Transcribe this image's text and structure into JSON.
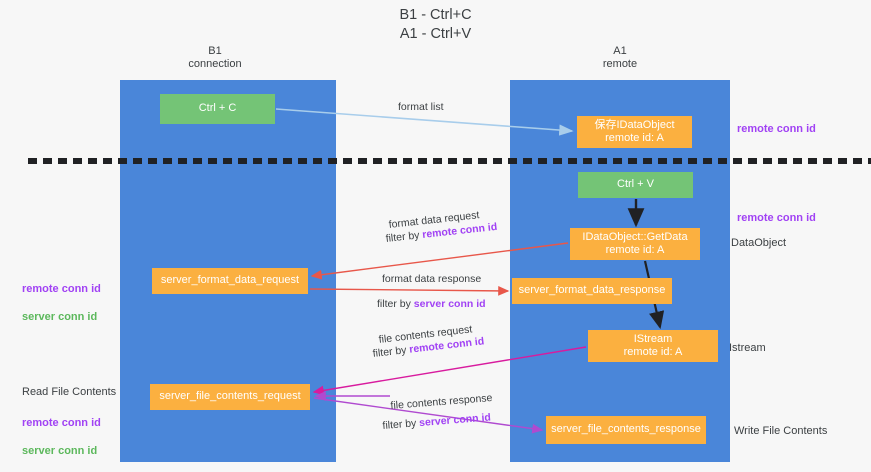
{
  "title": "B1 - Ctrl+C\nA1 - Ctrl+V",
  "columns": [
    {
      "id": "b1",
      "title": "B1",
      "subtitle": "connection",
      "header": "B1\nconnection"
    },
    {
      "id": "a1",
      "title": "A1",
      "subtitle": "remote",
      "header": "A1\nremote"
    }
  ],
  "colors": {
    "lane": "#4a86d9",
    "green_node": "#74c476",
    "orange_node": "#fbb040",
    "purple_label": "#a142f4",
    "green_label": "#5cb85c",
    "divider": "#202124",
    "arrow_light_blue": "#a8cdeb",
    "arrow_black": "#202124",
    "arrow_red": "#e8574a",
    "arrow_magenta": "#d81b9e",
    "arrow_violet": "#b04ad0",
    "background": "#f7f7f7"
  },
  "nodes": {
    "ctrl_c": "Ctrl + C",
    "idataobject": "保存IDataObject\nremote id: A",
    "ctrl_v": "Ctrl + V",
    "getdata": "IDataObject::GetData\nremote id: A",
    "server_format_data_request": "server_format_data_request",
    "server_format_data_response": "server_format_data_response",
    "istream": "IStream\nremote id: A",
    "server_file_contents_request": "server_file_contents_request",
    "server_file_contents_response": "server_file_contents_response"
  },
  "edge_labels": {
    "format_list": "format list",
    "format_data_request": "format data request",
    "format_data_request_filter_prefix": "filter by ",
    "format_data_request_filter_key": "remote conn id",
    "format_data_response": "format data response",
    "format_data_response_filter_prefix": "filter by ",
    "format_data_response_filter_key": "server conn id",
    "file_contents_request": "file contents request",
    "file_contents_request_filter_prefix": "filter by ",
    "file_contents_request_filter_key": "remote conn id",
    "file_contents_response": "file contents response",
    "file_contents_response_filter_prefix": "filter by ",
    "file_contents_response_filter_key": "server conn id"
  },
  "side_labels": {
    "remote_conn_id_top": "remote conn id",
    "remote_conn_id_mid": "remote conn id",
    "dataobject": "DataObject",
    "istream": "Istream",
    "write_file_contents": "Write File Contents",
    "read_file_contents": "Read File Contents",
    "left_remote_conn_id": "remote conn id",
    "left_server_conn_id": "server conn id",
    "left_remote_conn_id_2": "remote conn id",
    "left_server_conn_id_2": "server conn id"
  }
}
